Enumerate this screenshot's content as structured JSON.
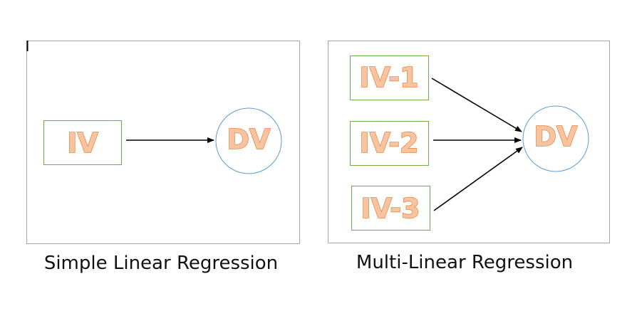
{
  "colors": {
    "panel_border": "#a6a6a6",
    "box_border": "#70ad47",
    "circle_border": "#5b9bd5",
    "node_text_fill": "#f7c4a2",
    "node_text_stroke": "#ed7d31",
    "arrow": "#000000"
  },
  "simple": {
    "caption": "Simple Linear Regression",
    "iv_label": "IV",
    "dv_label": "DV"
  },
  "multi": {
    "caption": "Multi-Linear Regression",
    "iv1_label": "IV-1",
    "iv2_label": "IV-2",
    "iv3_label": "IV-3",
    "dv_label": "DV"
  }
}
